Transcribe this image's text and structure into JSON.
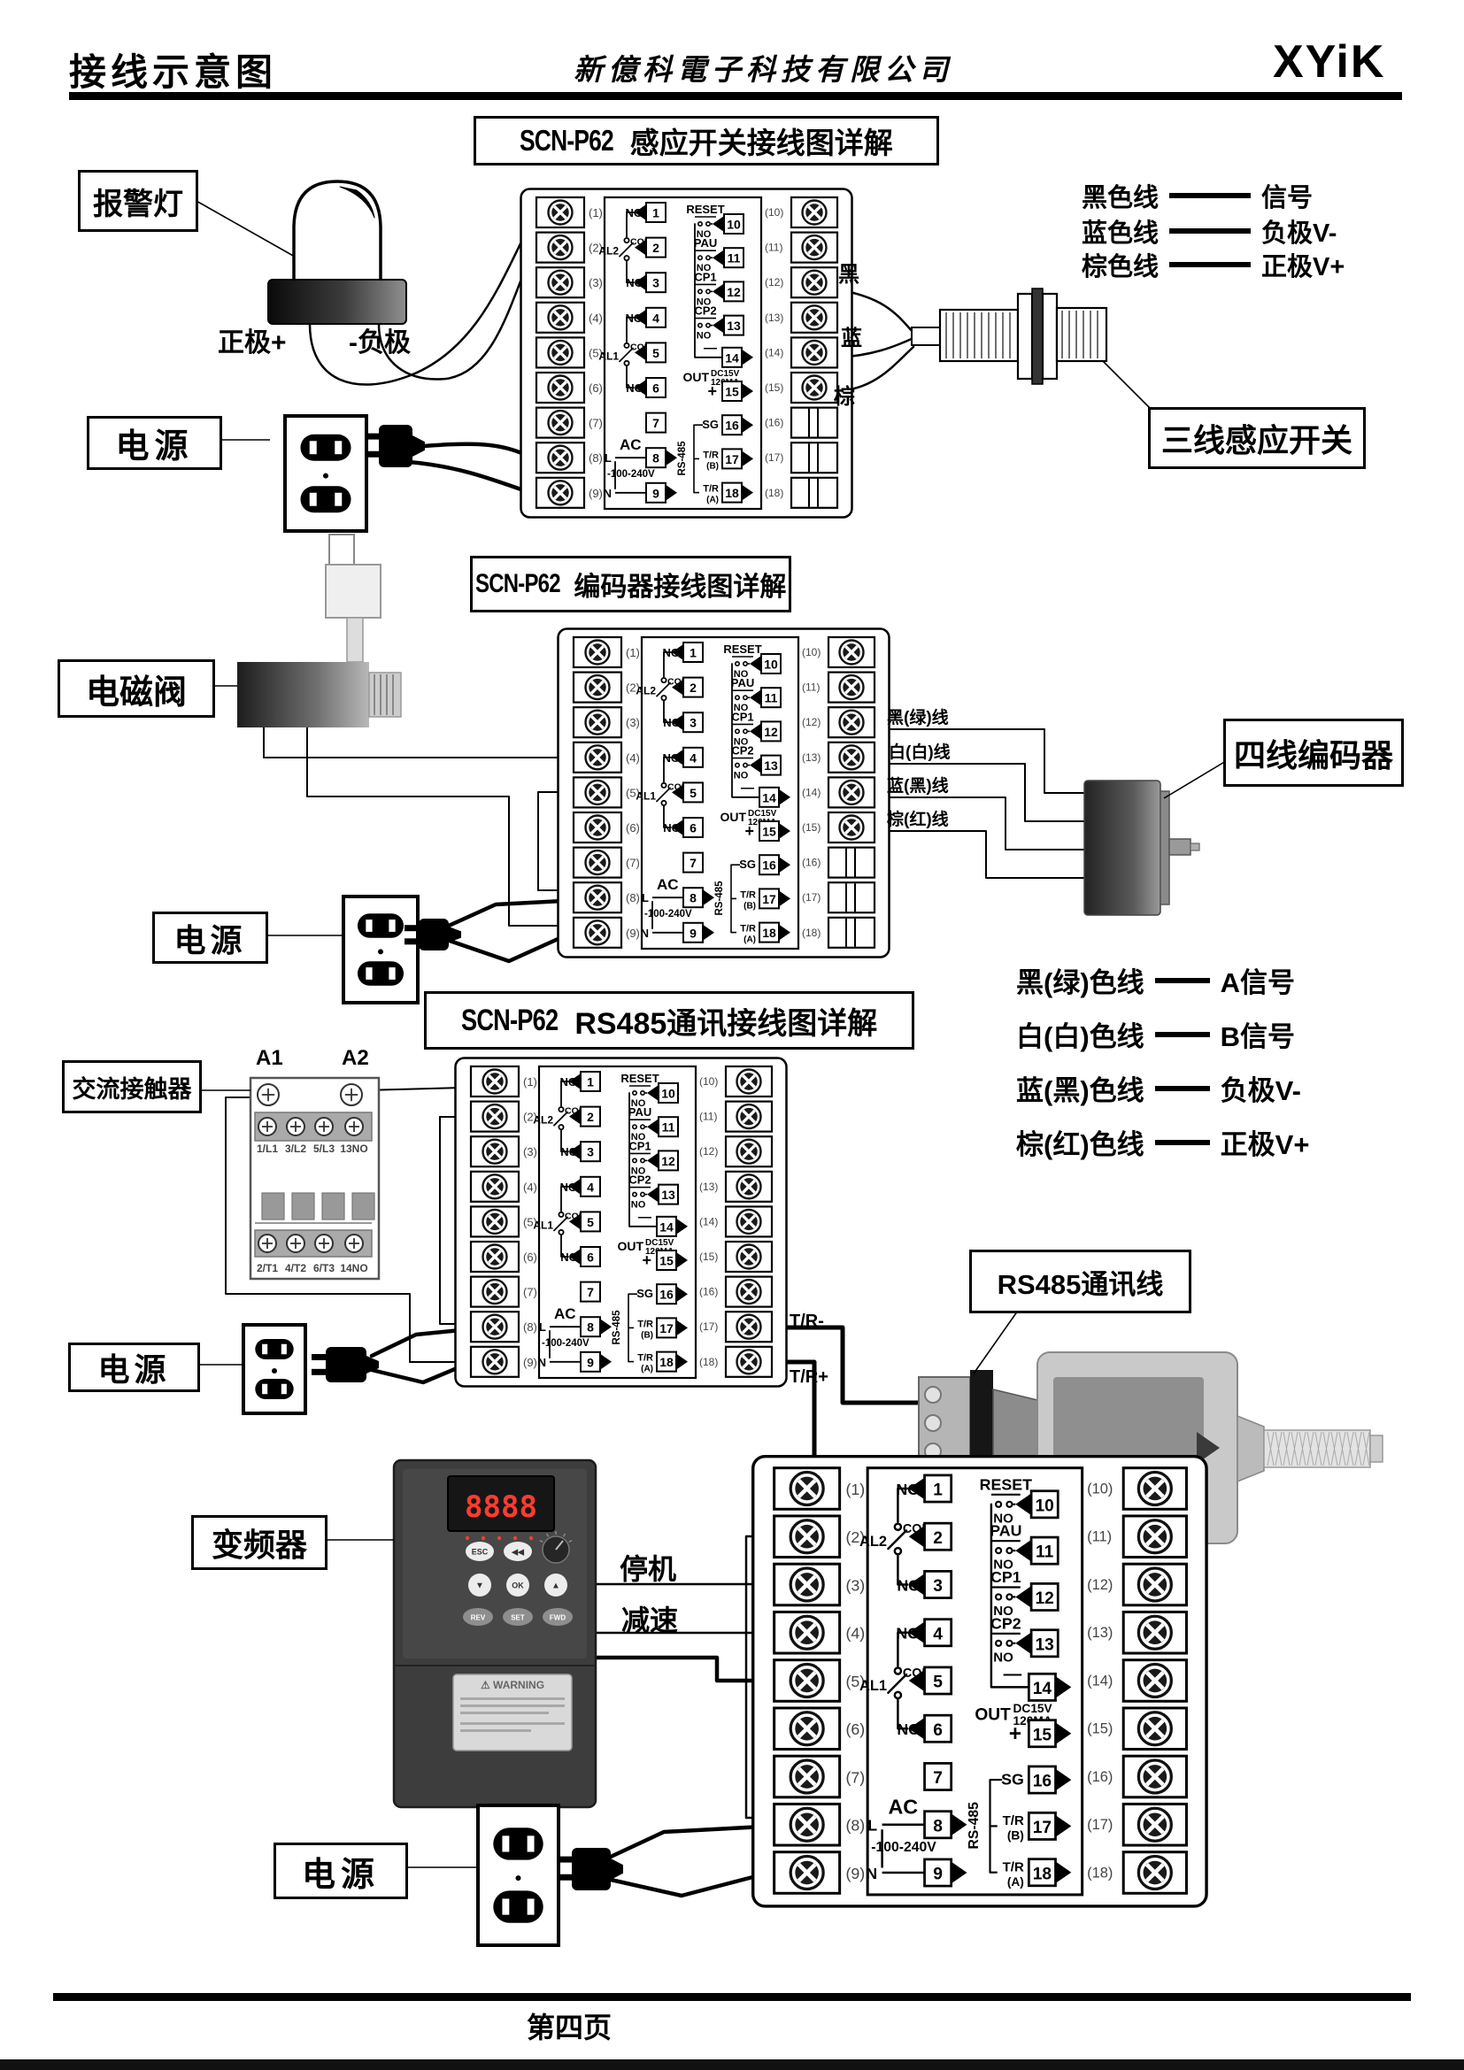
{
  "header": {
    "page_title": "接线示意图",
    "company": "新億科電子科技有限公司",
    "logo": "XYiK"
  },
  "footer": {
    "page_number": "第四页"
  },
  "sections": [
    {
      "model": "SCN-P62",
      "rest": "感应开关接线图详解"
    },
    {
      "model": "SCN-P62",
      "rest": "编码器接线图详解"
    },
    {
      "model": "SCN-P62",
      "rest": "RS485通讯接线图详解"
    }
  ],
  "module": {
    "left_terminals": [
      "(1)",
      "(2)",
      "(3)",
      "(4)",
      "(5)",
      "(6)",
      "(7)",
      "(8)",
      "(9)"
    ],
    "right_terminals": [
      "(10)",
      "(11)",
      "(12)",
      "(13)",
      "(14)",
      "(15)",
      "(16)",
      "(17)",
      "(18)"
    ],
    "pins": [
      "1",
      "2",
      "3",
      "4",
      "5",
      "6",
      "7",
      "8",
      "9",
      "10",
      "11",
      "12",
      "13",
      "14",
      "15",
      "16",
      "17",
      "18"
    ],
    "labels": {
      "no": "NO",
      "com": "COM",
      "con": "CON",
      "nc": "NC",
      "al1": "AL1",
      "al2": "AL2",
      "ac": "AC",
      "l": "L",
      "n": "N",
      "voltage": "-100-240V",
      "reset": "RESET",
      "pau": "PAU",
      "cp1": "CP1",
      "cp2": "CP2",
      "minus": "—",
      "out": "OUT",
      "dc": "DC15V",
      "ma": "120MA",
      "plus": "+",
      "sg": "SG",
      "rs485": "RS-485",
      "tr": "T/R",
      "b": "(B)",
      "a": "(A)"
    }
  },
  "d1": {
    "alarm": "报警灯",
    "power": "电源",
    "pos": "正极+",
    "neg": "-负极",
    "wire_black": "黑",
    "wire_blue": "蓝",
    "wire_brown": "棕",
    "sensor": "三线感应开关",
    "legend": [
      [
        "黑色线",
        "信号"
      ],
      [
        "蓝色线",
        "负极V-"
      ],
      [
        "棕色线",
        "正极V+"
      ]
    ]
  },
  "d2": {
    "valve": "电磁阀",
    "power": "电源",
    "wires": [
      "黑(绿)线",
      "白(白)线",
      "蓝(黑)线",
      "棕(红)线"
    ],
    "encoder": "四线编码器",
    "legend": [
      [
        "黑(绿)色线",
        "A信号"
      ],
      [
        "白(白)色线",
        "B信号"
      ],
      [
        "蓝(黑)色线",
        "负极V-"
      ],
      [
        "棕(红)色线",
        "正极V+"
      ]
    ]
  },
  "d3": {
    "contactor": "交流接触器",
    "a1": "A1",
    "a2": "A2",
    "top_labels": [
      "1/L1",
      "3/L2",
      "5/L3",
      "13NO"
    ],
    "bottom_labels": [
      "2/T1",
      "4/T2",
      "6/T3",
      "14NO"
    ],
    "power": "电源",
    "cable": "RS485通讯线",
    "trm": "T/R-",
    "trp": "T/R+"
  },
  "d4": {
    "inverter": "变频器",
    "stop": "停机",
    "slow": "减速",
    "power": "电源",
    "display": "8888",
    "buttons": [
      "ESC",
      "◀◀",
      "▼",
      "OK",
      "▲",
      "REV",
      "SET",
      "FWD"
    ],
    "warning": "WARNING"
  }
}
